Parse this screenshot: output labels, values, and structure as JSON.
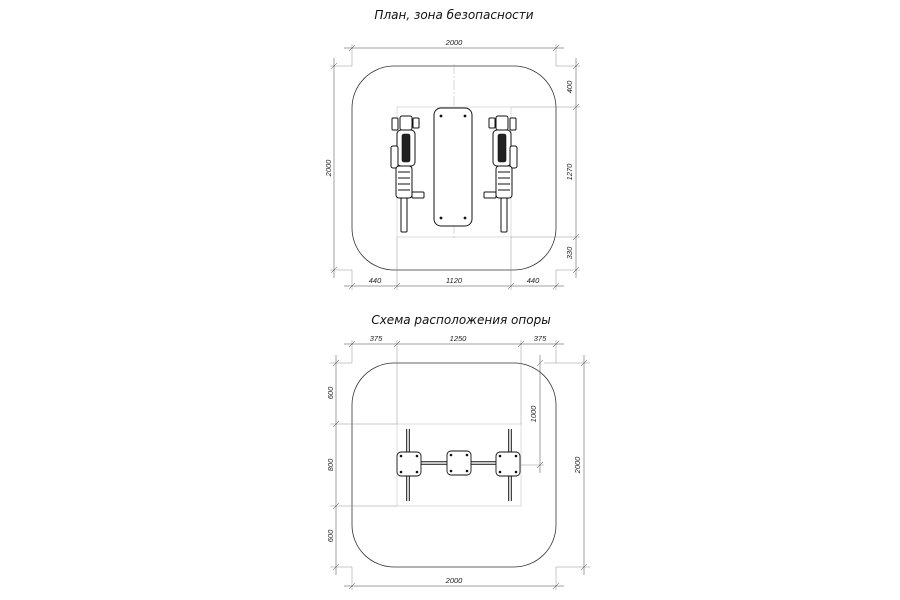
{
  "plan": {
    "title": "План, зона безопасности",
    "dims": {
      "top_width": "2000",
      "left_height": "2000",
      "right_top": "400",
      "right_mid": "1270",
      "right_bottom": "330",
      "bottom_left": "440",
      "bottom_mid": "1120",
      "bottom_right": "440"
    }
  },
  "support": {
    "title": "Схема расположения опоры",
    "dims": {
      "top_left": "375",
      "top_mid": "1250",
      "top_right": "375",
      "left_top": "600",
      "left_mid": "800",
      "left_bottom": "600",
      "right_upper": "1000",
      "right_total": "2000",
      "bottom_width": "2000"
    }
  }
}
